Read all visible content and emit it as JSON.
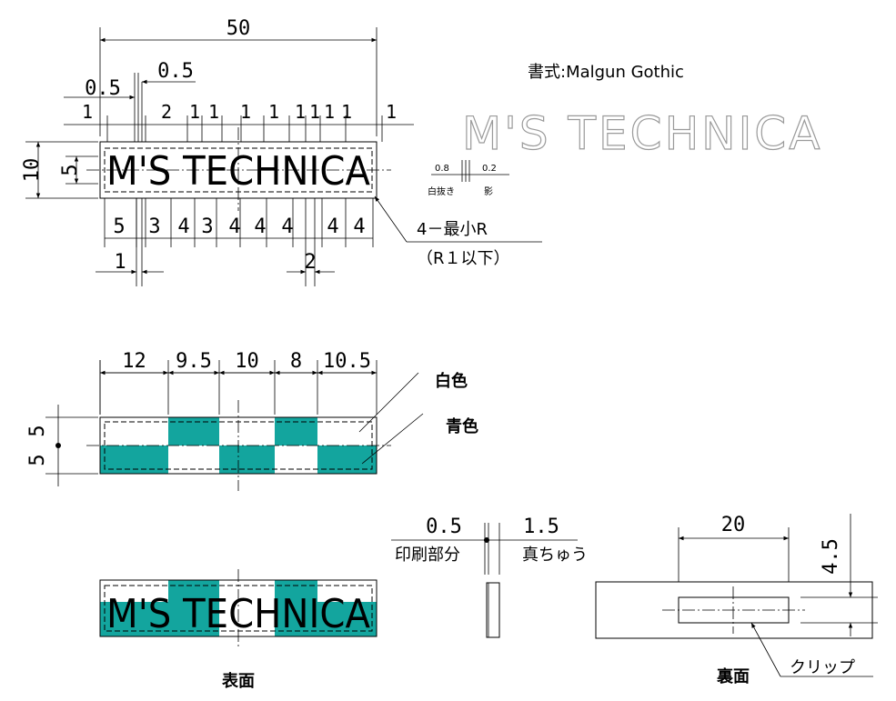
{
  "font_note": "書式:Malgun Gothic",
  "logo_text": "M'S TECHNICA",
  "colors": {
    "blue_part": "#13a59e",
    "line": "#000000"
  },
  "top_view": {
    "overall_width": "50",
    "offset_a": "0.5",
    "offset_b": "0.5",
    "top_gaps": [
      "1",
      "2",
      "1",
      "1",
      "1",
      "1",
      "1",
      "1",
      "1",
      "1",
      "1"
    ],
    "height_outer": "10",
    "height_inner": "5",
    "letter_widths": [
      "5",
      "3",
      "4",
      "3",
      "4",
      "4",
      "4",
      "4",
      "4"
    ],
    "bottom_left": "1",
    "bottom_mid": "2",
    "corner_note": "4－最小R",
    "corner_note_sub": "（R１以下）"
  },
  "outline_note": {
    "left_value": "0.8",
    "right_value": "0.2",
    "left_label": "白抜き",
    "right_label": "影"
  },
  "color_view": {
    "segment_widths": [
      "12",
      "9.5",
      "10",
      "8",
      "10.5"
    ],
    "height_top": "5",
    "height_bottom": "5",
    "label_white": "白色",
    "label_blue": "青色"
  },
  "side_view": {
    "print_thickness": "0.5",
    "print_label": "印刷部分",
    "body_thickness": "1.5",
    "body_label": "真ちゅう"
  },
  "back_view": {
    "clip_width": "20",
    "clip_height": "4.5",
    "clip_label": "クリップ"
  },
  "front_label": "表面",
  "back_label": "裏面"
}
